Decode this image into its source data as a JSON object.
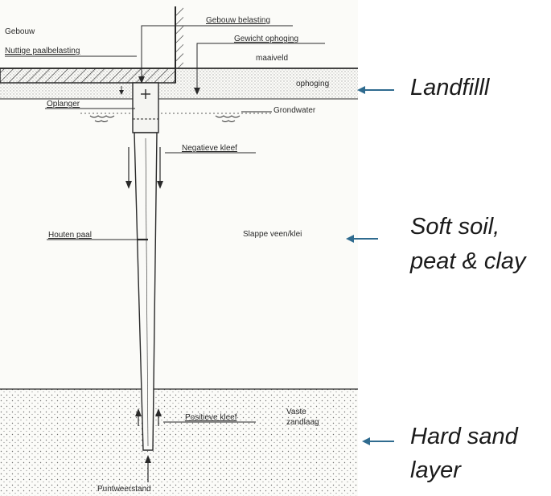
{
  "diagram": {
    "labels": {
      "gebouw": "Gebouw",
      "nuttige_paalbelasting": "Nuttige paalbelasting",
      "gebouw_belasting": "Gebouw belasting",
      "gewicht_ophoging": "Gewicht ophoging",
      "maaiveld": "maaiveld",
      "ophoging": "ophoging",
      "oplanger": "Oplanger",
      "grondwater": "Grondwater",
      "negatieve_kleef": "Negatieve kleef",
      "houten_paal": "Houten paal",
      "slappe_veen_klei": "Slappe veen/klei",
      "positieve_kleef": "Positieve kleef",
      "vaste": "Vaste",
      "zandlaag": "zandlaag",
      "puntweerstand": "Puntweerstand"
    },
    "annotations": {
      "landfill": "Landfilll",
      "soft_soil_line1": "Soft soil,",
      "soft_soil_line2": "peat & clay",
      "hard_sand_line1": "Hard sand",
      "hard_sand_line2": "layer"
    },
    "colors": {
      "ink": "#2a2a2a",
      "arrow_blue": "#2f6b8f",
      "paper": "#fbfbf8"
    }
  }
}
